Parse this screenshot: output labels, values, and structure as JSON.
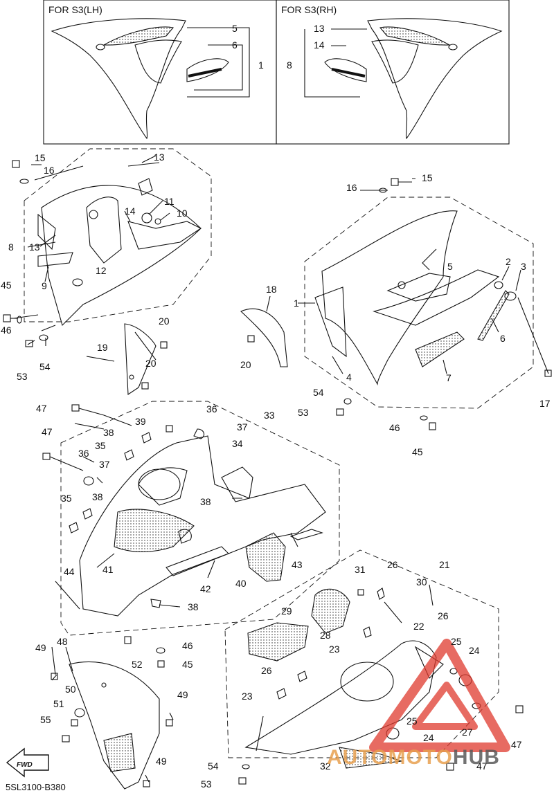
{
  "insets": [
    {
      "title": "FOR S3(LH)",
      "callouts": [
        "5",
        "6",
        "1"
      ]
    },
    {
      "title": "FOR S3(RH)",
      "callouts": [
        "13",
        "14",
        "8"
      ]
    }
  ],
  "callouts": {
    "c15a": "15",
    "c16a": "16",
    "c13a": "13",
    "c11": "11",
    "c10": "10",
    "c14": "14",
    "c8": "8",
    "c13b": "13",
    "c12": "12",
    "c9": "9",
    "c45a": "45",
    "c46a": "46",
    "c53a": "53",
    "c54a": "54",
    "c19": "19",
    "c20a": "20",
    "c20b": "20",
    "c16b": "16",
    "c15b": "15",
    "c5": "5",
    "c2": "2",
    "c3": "3",
    "c18": "18",
    "c1": "1",
    "c6": "6",
    "c20c": "20",
    "c4": "4",
    "c7": "7",
    "c17": "17",
    "c54b": "54",
    "c53b": "53",
    "c46b": "46",
    "c45b": "45",
    "c47a": "47",
    "c36a": "36",
    "c33": "33",
    "c38a": "38",
    "c39": "39",
    "c37a": "37",
    "c47b": "47",
    "c35a": "35",
    "c34": "34",
    "c36b": "36",
    "c37b": "37",
    "c38b": "38",
    "c35b": "35",
    "c38c": "38",
    "c41": "41",
    "c40": "40",
    "c43": "43",
    "c42": "42",
    "c44": "44",
    "c38d": "38",
    "c21": "21",
    "c31": "31",
    "c26a": "26",
    "c30": "30",
    "c29": "29",
    "c28": "28",
    "c26b": "26",
    "c22": "22",
    "c23a": "23",
    "c25a": "25",
    "c24a": "24",
    "c49a": "49",
    "c48": "48",
    "c52": "52",
    "c46c": "46",
    "c45c": "45",
    "c26c": "26",
    "c50": "50",
    "c23b": "23",
    "c49b": "49",
    "c51": "51",
    "c55": "55",
    "c27": "27",
    "c47c": "47",
    "c25b": "25",
    "c24b": "24",
    "c49c": "49",
    "c54c": "54",
    "c32": "32",
    "c47d": "47",
    "c53c": "53"
  },
  "fwd_label": "FWD",
  "diagram_code": "5SL3100-B380",
  "watermark": {
    "part1": "AUTO",
    "part2": "MOTO",
    "part3": "HUB",
    "accent": "#e03a2e"
  },
  "colors": {
    "line": "#111111",
    "accent": "#e03a2e"
  }
}
